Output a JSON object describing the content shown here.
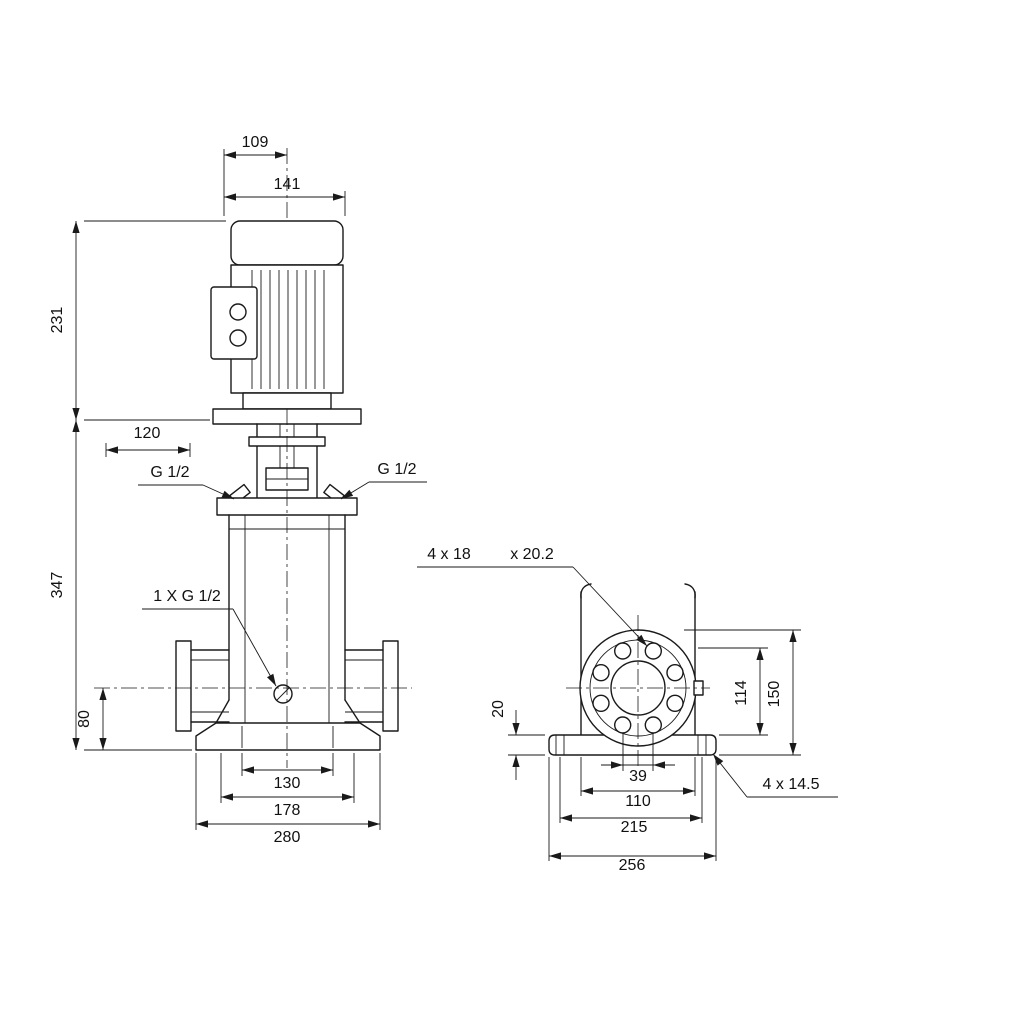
{
  "front_view": {
    "dim_motor_top_width": "109",
    "dim_motor_width": "141",
    "dim_motor_height": "231",
    "dim_stool_width": "120",
    "dim_pump_height": "347",
    "dim_port_height": "80",
    "label_plug_left": "G 1/2",
    "label_plug_right": "G 1/2",
    "label_drain_plug": "1 X G 1/2",
    "dim_base_hole_span": "130",
    "dim_base_inner_width": "178",
    "dim_base_width": "280"
  },
  "side_view": {
    "label_flange_holes": "4 x 18",
    "label_flange_counterbore": "x 20.2",
    "dim_base_thickness": "20",
    "dim_port_center_height": "114",
    "dim_flange_top_height": "150",
    "dim_hole_span": "39",
    "dim_body_width": "110",
    "dim_base_hole_span": "215",
    "dim_base_depth": "256",
    "label_base_holes": "4 x 14.5"
  }
}
